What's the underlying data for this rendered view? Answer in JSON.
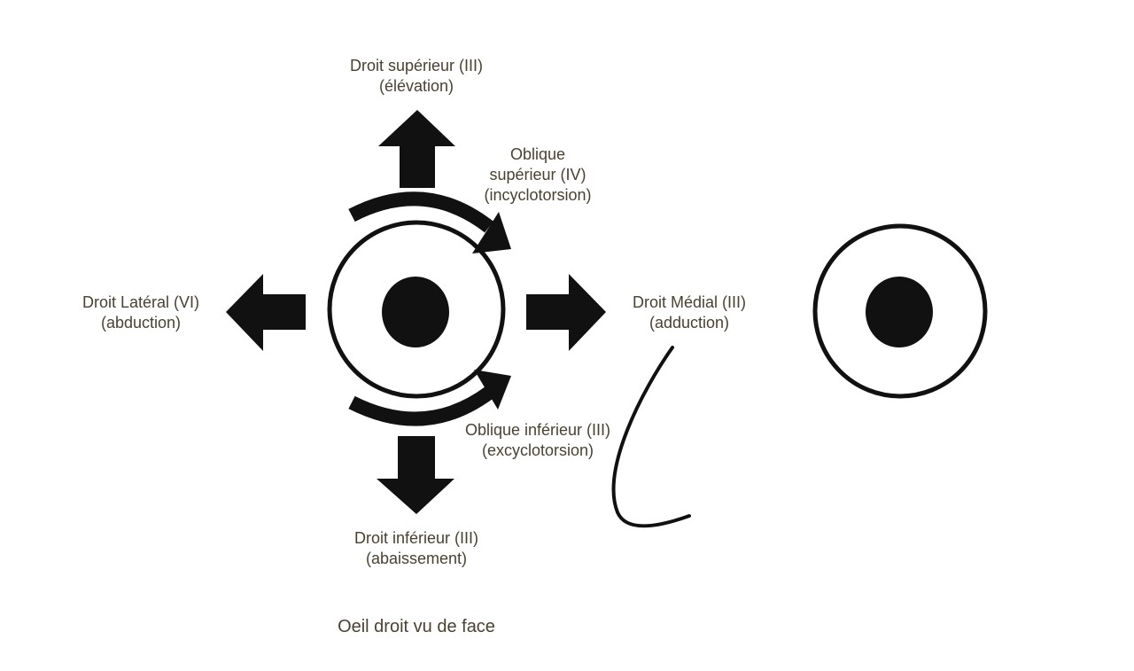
{
  "labels": {
    "superior_rectus": {
      "line1": "Droit supérieur (III)",
      "line2": "(élévation)"
    },
    "superior_oblique": {
      "line1": "Oblique",
      "line2": "supérieur (IV)",
      "line3": "(incyclotorsion)"
    },
    "lateral_rectus": {
      "line1": "Droit Latéral (VI)",
      "line2": "(abduction)"
    },
    "medial_rectus": {
      "line1": "Droit Médial (III)",
      "line2": "(adduction)"
    },
    "inferior_oblique": {
      "line1": "Oblique inférieur (III)",
      "line2": "(excyclotorsion)"
    },
    "inferior_rectus": {
      "line1": "Droit inférieur (III)",
      "line2": "(abaissement)"
    }
  },
  "caption": "Oeil droit vu de face",
  "colors": {
    "shape": "#111111",
    "text": "#4a4130",
    "background": "#ffffff"
  }
}
